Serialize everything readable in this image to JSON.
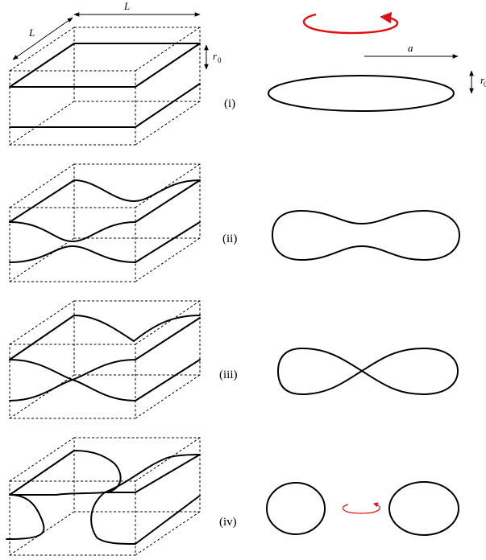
{
  "labels": {
    "length": "L",
    "radius_symbol": "r",
    "radius_subscript": "0",
    "semi_axis": "a"
  },
  "panels": [
    {
      "label": "(i)"
    },
    {
      "label": "(ii)"
    },
    {
      "label": "(iii)"
    },
    {
      "label": "(iv)"
    }
  ],
  "colors": {
    "rotation_arrow": "#e01010",
    "lines": "#000000"
  }
}
